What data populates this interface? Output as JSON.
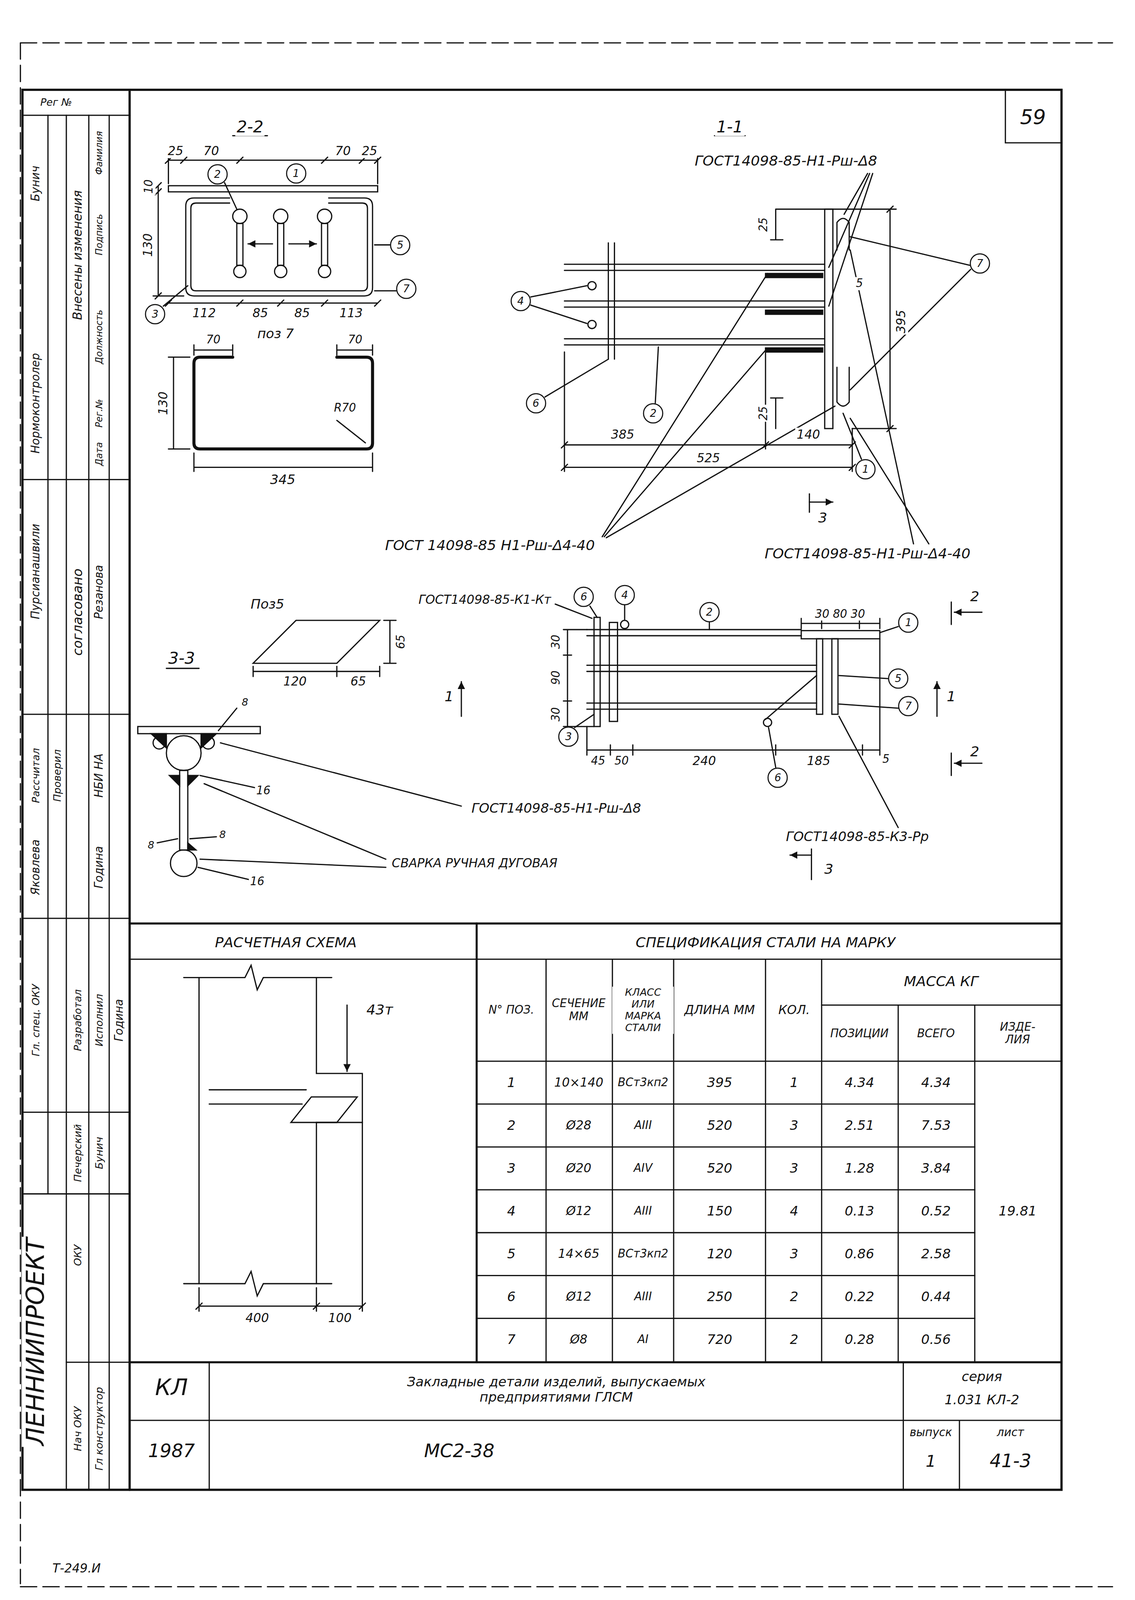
{
  "diagram": {
    "nodes": [
      {
        "text": [
          "1"
        ]
      },
      {
        "text": [
          "2"
        ]
      },
      {
        "text": [
          "5"
        ]
      },
      {
        "text": [
          "7"
        ]
      },
      {
        "text": [
          "3"
        ]
      },
      {
        "text": [
          "7"
        ]
      },
      {
        "text": [
          "4"
        ]
      },
      {
        "text": [
          "6"
        ]
      },
      {
        "text": [
          "2"
        ]
      },
      {
        "text": [
          "1"
        ]
      },
      {
        "text": [
          "6"
        ]
      },
      {
        "text": [
          "4"
        ]
      },
      {
        "text": [
          "2"
        ]
      },
      {
        "text": [
          "1"
        ]
      },
      {
        "text": [
          "5"
        ]
      },
      {
        "text": [
          "7"
        ]
      },
      {
        "text": [
          "3"
        ]
      },
      {
        "text": [
          "6"
        ]
      }
    ],
    "labels": [
      "59",
      "2-2",
      "25",
      "70",
      "70",
      "25",
      "10",
      "130",
      "112",
      "85",
      "85",
      "113",
      "поз 7",
      "70",
      "70",
      "130",
      "R70",
      "345",
      "1-1",
      "ГОСТ14098-85-Н1-Рш-Δ8",
      "25",
      "5",
      "395",
      "25",
      "385",
      "140",
      "525",
      "3",
      "ГОСТ 14098-85 Н1-Рш-Δ4-40",
      "ГОСТ14098-85-Н1-Рш-Δ4-40",
      "Поз5",
      "65",
      "120",
      "65",
      "ГОСТ14098-85-К1-Кт",
      "30 80 30",
      "2",
      "30",
      "90",
      "30",
      "1",
      "1",
      "45",
      "50",
      "240",
      "185",
      "5",
      "2",
      "3-3",
      "ГОСТ14098-85-К3-Рр",
      "3",
      "8",
      "16",
      "8",
      "8",
      "16",
      "ГОСТ14098-85-Н1-Рш-Δ8",
      "СВАРКА РУЧНАЯ ДУГОВАЯ",
      "РАСЧЕТНАЯ СХЕМА",
      "43т",
      "400",
      "100",
      "СПЕЦИФИКАЦИЯ СТАЛИ НА МАРКУ",
      "N° ПОЗ.",
      "СЕЧЕНИЕ ММ",
      "КЛАСС ИЛИ МАРКА СТАЛИ",
      "ДЛИНА ММ",
      "КОЛ.",
      "МАССА КГ",
      "ПОЗИЦИИ",
      "ВСЕГО",
      "ИЗДЕ- ЛИЯ",
      "1",
      "10×140",
      "ВСт3кп2",
      "395",
      "1",
      "4.34",
      "4.34",
      "2",
      "Ø28",
      "АIII",
      "520",
      "3",
      "2.51",
      "7.53",
      "3",
      "Ø20",
      "АIV",
      "520",
      "3",
      "1.28",
      "3.84",
      "4",
      "Ø12",
      "АIII",
      "150",
      "4",
      "0.13",
      "0.52",
      "5",
      "14×65",
      "ВСт3кп2",
      "120",
      "3",
      "0.86",
      "2.58",
      "6",
      "Ø12",
      "АIII",
      "250",
      "2",
      "0.22",
      "0.44",
      "7",
      "Ø8",
      "АI",
      "720",
      "2",
      "0.28",
      "0.56",
      "19.81",
      "КЛ",
      "1987",
      "Закладные детали изделий, выпускаемых предприятиями ГЛСМ",
      "МС2-38",
      "серия",
      "1.031 КЛ-2",
      "выпуск",
      "лист",
      "1",
      "41-3",
      "Т-249.И",
      "Рег №",
      "Бунич",
      "Нормоконтролер",
      "Внесены изменения",
      "Фамилия",
      "Подпись",
      "Должность",
      "Рег.№",
      "Дата",
      "Пурсианашвили",
      "согласовано",
      "Резанова",
      "Рассчитал",
      "Проверил",
      "НБИ НА",
      "Яковлева",
      "Година",
      "Гл. спец. ОКУ",
      "Разработал",
      "Исполнил",
      "Година",
      "ЛЕННИИПРОЕКТ",
      "Печерский",
      "Бунич",
      "ОКУ",
      "Нач ОКУ",
      "Гл конструктор"
    ]
  }
}
